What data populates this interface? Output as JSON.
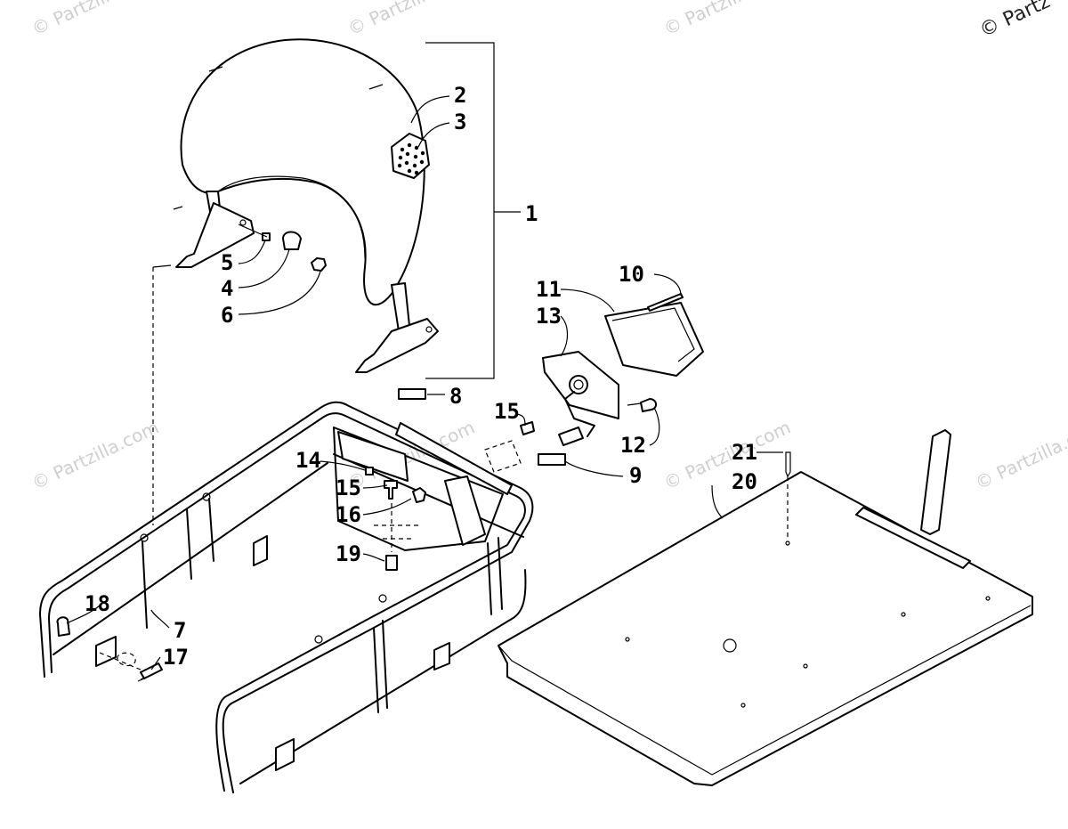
{
  "watermark": {
    "text": "© Partzilla.com",
    "corner_text": "© Partz"
  },
  "callouts": {
    "c1": "1",
    "c2": "2",
    "c3": "3",
    "c4": "4",
    "c5": "5",
    "c6": "6",
    "c7": "7",
    "c8": "8",
    "c9": "9",
    "c10": "10",
    "c11": "11",
    "c12": "12",
    "c13": "13",
    "c14": "14",
    "c15a": "15",
    "c15b": "15",
    "c16": "16",
    "c17": "17",
    "c18": "18",
    "c19": "19",
    "c20": "20",
    "c21": "21"
  }
}
